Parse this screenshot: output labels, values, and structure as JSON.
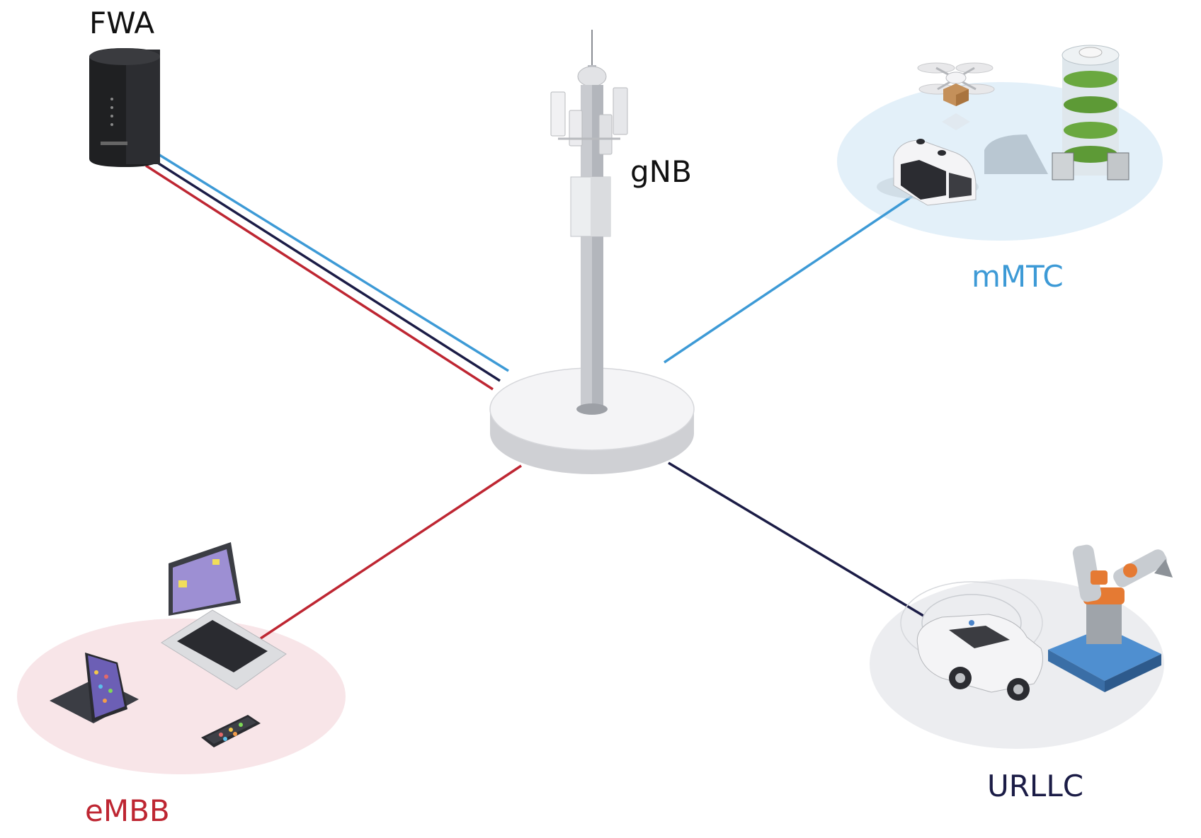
{
  "labels": {
    "fwa": "FWA",
    "gnb": "gNB",
    "mmtc": "mMTC",
    "urllc": "URLLC",
    "embb": "eMBB"
  },
  "colors": {
    "mmtc": "#3d9ad6",
    "urllc": "#1b1c46",
    "embb": "#be2632",
    "text": "#111111",
    "embb_zone": "#f8e5e8",
    "mmtc_zone": "#e3f0f9",
    "urllc_zone": "#ecedf0",
    "base": "#ececee"
  },
  "icons": {
    "fwa": "fwa-router-icon",
    "gnb": "cell-tower-icon",
    "drone": "drone-icon",
    "shuttle": "autonomous-shuttle-icon",
    "vertical_farm": "vertical-farm-icon",
    "car": "connected-car-icon",
    "robot_arm": "robot-arm-icon",
    "laptop": "laptop-icon",
    "tablet": "tablet-icon",
    "phone": "smartphone-icon"
  }
}
